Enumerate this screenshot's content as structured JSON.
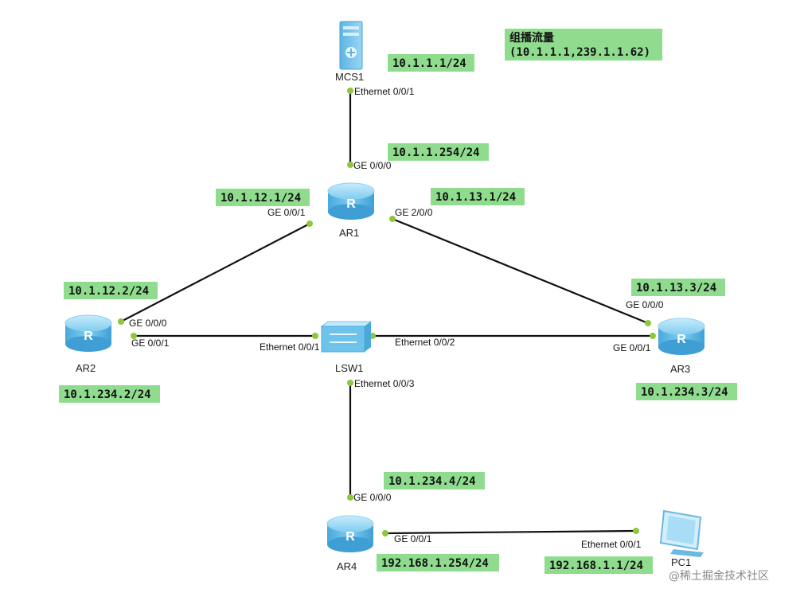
{
  "nodes": {
    "mcs1": {
      "label": "MCS1"
    },
    "ar1": {
      "label": "AR1"
    },
    "ar2": {
      "label": "AR2"
    },
    "ar3": {
      "label": "AR3"
    },
    "ar4": {
      "label": "AR4"
    },
    "lsw1": {
      "label": "LSW1"
    },
    "pc1": {
      "label": "PC1"
    }
  },
  "ports": {
    "mcs1_e001": "Ethernet 0/0/1",
    "ar1_ge000": "GE 0/0/0",
    "ar1_ge001": "GE 0/0/1",
    "ar1_ge200": "GE 2/0/0",
    "ar2_ge000": "GE 0/0/0",
    "ar2_ge001": "GE 0/0/1",
    "lsw1_e001": "Ethernet 0/0/1",
    "lsw1_e002": "Ethernet 0/0/2",
    "lsw1_e003": "Ethernet 0/0/3",
    "ar3_ge000": "GE 0/0/0",
    "ar3_ge001": "GE 0/0/1",
    "ar4_ge000": "GE 0/0/0",
    "ar4_ge001": "GE 0/0/1",
    "pc1_e001": "Ethernet 0/0/1"
  },
  "ip_tags": {
    "mcs1": "10.1.1.1/24",
    "ar1_ge000": "10.1.1.254/24",
    "ar1_ge001": "10.1.12.1/24",
    "ar1_ge200": "10.1.13.1/24",
    "ar2_ge000": "10.1.12.2/24",
    "ar2_ge001": "10.1.234.2/24",
    "ar3_ge000": "10.1.13.3/24",
    "ar3_ge001": "10.1.234.3/24",
    "ar4_ge000": "10.1.234.4/24",
    "ar4_ge001": "192.168.1.254/24",
    "pc1": "192.168.1.1/24"
  },
  "multicast": {
    "title": "组播流量",
    "flow": "(10.1.1.1,239.1.1.62)"
  },
  "watermark": "@稀土掘金技术社区",
  "colors": {
    "tag_bg": "#8fdc8f",
    "link": "#111111",
    "port_dot": "#8dc63f",
    "router": "#5fb8e6",
    "switch": "#6ec3ea"
  }
}
